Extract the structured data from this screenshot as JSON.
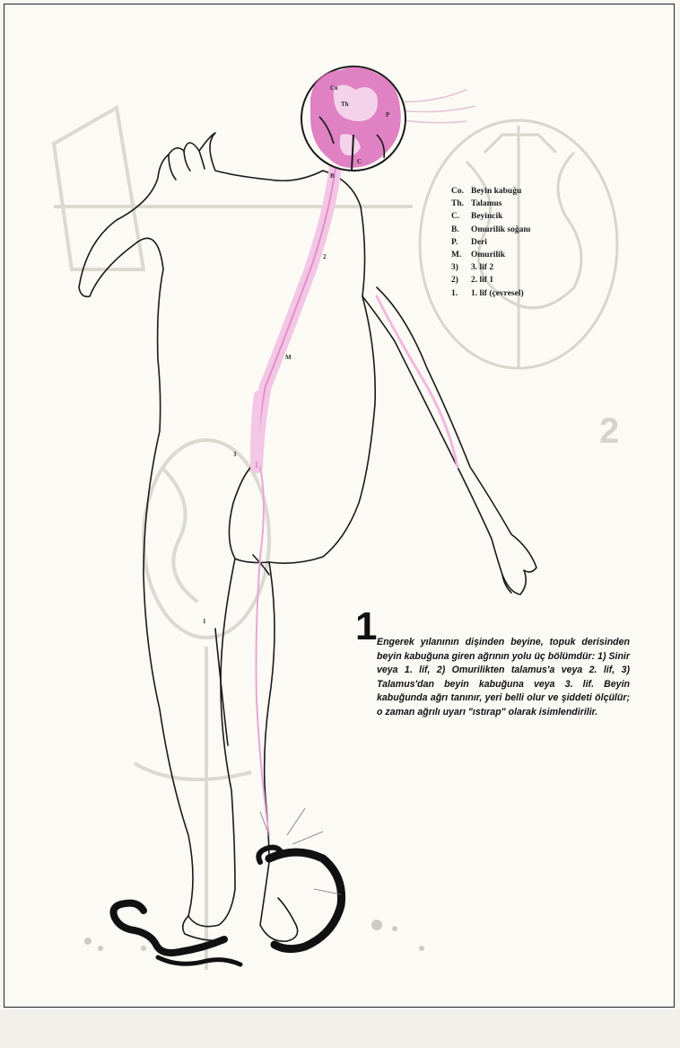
{
  "legend": [
    {
      "code": "Co.",
      "label": "Beyin kabuğu"
    },
    {
      "code": "Th.",
      "label": "Talamus"
    },
    {
      "code": "C.",
      "label": "Beyincik"
    },
    {
      "code": "B.",
      "label": "Omurilik soğanı"
    },
    {
      "code": "P.",
      "label": "Deri"
    },
    {
      "code": "M.",
      "label": "Omurilik"
    },
    {
      "code": "3)",
      "label": "3. lif 2"
    },
    {
      "code": "2)",
      "label": "2. lif 1"
    },
    {
      "code": "1.",
      "label": "1. lif (çevresel)"
    }
  ],
  "figure_number": "1",
  "caption": "Engerek yılanının dişinden beyine, topuk derisinden beyin kabuğuna giren ağrının yolu üç bölümdür: 1) Sinir veya 1. lif, 2) Omurilikten talamus'a veya 2. lif, 3) Talamus'dan beyin kabuğuna veya 3. lif. Beyin kabuğunda ağrı tanınır, yeri belli olur ve şiddeti ölçülür; o zaman ağrılı uyarı \"ıstırap\" olarak isimlendirilir.",
  "figure_labels": {
    "co": "Co",
    "th": "Th",
    "c": "C",
    "b": "B",
    "m": "M",
    "p": "P",
    "n2": "2",
    "n3": "3",
    "n1": "1"
  },
  "colors": {
    "pink": "#e48fc9",
    "pink_light": "#f2c6e4",
    "brain": "#d96bb8",
    "ink": "#1a1a1a",
    "ghost": "#d8d5cd"
  }
}
